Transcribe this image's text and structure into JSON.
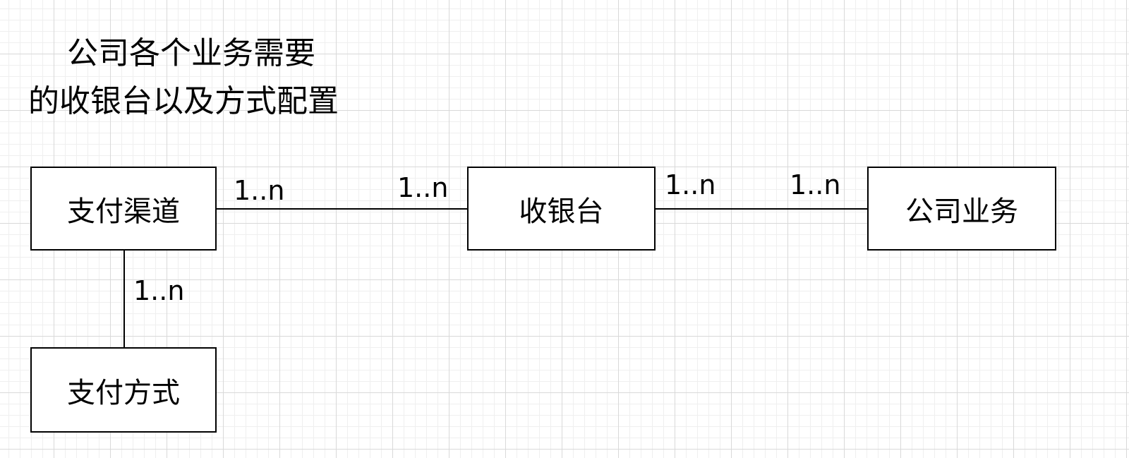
{
  "title": {
    "line1": "公司各个业务需要",
    "line2": "的收银台以及方式配置"
  },
  "nodes": {
    "channel": "支付渠道",
    "cashier": "收银台",
    "business": "公司业务",
    "method": "支付方式"
  },
  "edges": {
    "channel_cashier": {
      "source_mult": "1..n",
      "target_mult": "1..n"
    },
    "cashier_business": {
      "source_mult": "1..n",
      "target_mult": "1..n"
    },
    "channel_method": {
      "target_mult": "1..n"
    }
  }
}
